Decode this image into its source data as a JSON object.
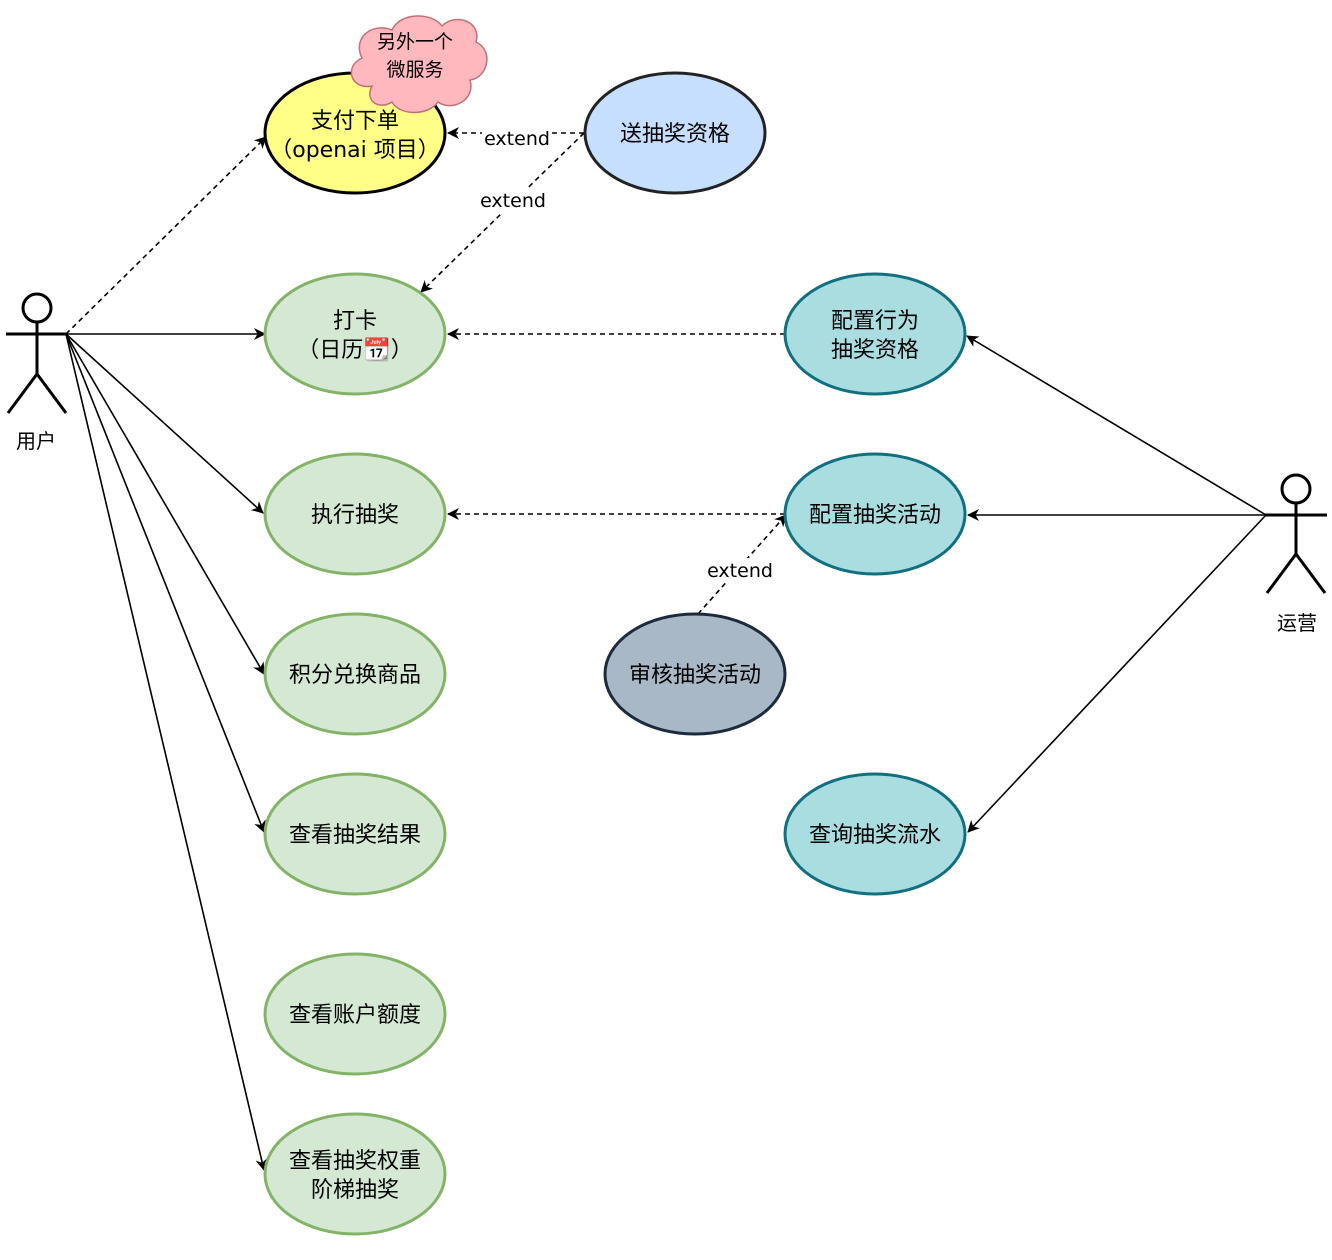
{
  "actors": [
    {
      "id": "user",
      "label": "用户"
    },
    {
      "id": "ops",
      "label": "运营"
    }
  ],
  "use_cases": [
    {
      "id": "pay",
      "lines": [
        "支付下单",
        "（openai 项目）"
      ],
      "fill": "#ffff88",
      "stroke": "#000000"
    },
    {
      "id": "give",
      "lines": [
        "送抽奖资格"
      ],
      "fill": "#c6dfff",
      "stroke": "#222222"
    },
    {
      "id": "checkin",
      "lines": [
        "打卡",
        "（日历📆）"
      ],
      "fill": "#d5e8d4",
      "stroke": "#82b366"
    },
    {
      "id": "draw",
      "lines": [
        "执行抽奖"
      ],
      "fill": "#d5e8d4",
      "stroke": "#82b366"
    },
    {
      "id": "exchange",
      "lines": [
        "积分兑换商品"
      ],
      "fill": "#d5e8d4",
      "stroke": "#82b366"
    },
    {
      "id": "result",
      "lines": [
        "查看抽奖结果"
      ],
      "fill": "#d5e8d4",
      "stroke": "#82b366"
    },
    {
      "id": "quota",
      "lines": [
        "查看账户额度"
      ],
      "fill": "#d5e8d4",
      "stroke": "#82b366"
    },
    {
      "id": "weight",
      "lines": [
        "查看抽奖权重",
        "阶梯抽奖"
      ],
      "fill": "#d5e8d4",
      "stroke": "#82b366"
    },
    {
      "id": "cfgQual",
      "lines": [
        "配置行为",
        "抽奖资格"
      ],
      "fill": "#a9dde0",
      "stroke": "#10707f"
    },
    {
      "id": "cfgAct",
      "lines": [
        "配置抽奖活动"
      ],
      "fill": "#a9dde0",
      "stroke": "#10707f"
    },
    {
      "id": "review",
      "lines": [
        "审核抽奖活动"
      ],
      "fill": "#a9b8c6",
      "stroke": "#1b2a3c"
    },
    {
      "id": "query",
      "lines": [
        "查询抽奖流水"
      ],
      "fill": "#a9dde0",
      "stroke": "#10707f"
    }
  ],
  "cloud_note": {
    "lines": [
      "另外一个",
      "微服务"
    ],
    "fill": "#ffb8be",
    "stroke": "#c07078"
  },
  "relations": [
    {
      "from": "user",
      "to": "pay",
      "style": "dashed"
    },
    {
      "from": "user",
      "to": "checkin",
      "style": "solid"
    },
    {
      "from": "user",
      "to": "draw",
      "style": "solid"
    },
    {
      "from": "user",
      "to": "exchange",
      "style": "solid"
    },
    {
      "from": "user",
      "to": "result",
      "style": "solid"
    },
    {
      "from": "user",
      "to": "weight",
      "style": "solid"
    },
    {
      "from": "give",
      "to": "pay",
      "style": "dashed",
      "label": "extend"
    },
    {
      "from": "give",
      "to": "checkin",
      "style": "dashed",
      "label": "extend"
    },
    {
      "from": "cfgQual",
      "to": "checkin",
      "style": "dashed"
    },
    {
      "from": "cfgAct",
      "to": "draw",
      "style": "dashed"
    },
    {
      "from": "review",
      "to": "cfgAct",
      "style": "dashed",
      "label": "extend"
    },
    {
      "from": "ops",
      "to": "cfgQual",
      "style": "solid"
    },
    {
      "from": "ops",
      "to": "cfgAct",
      "style": "solid"
    },
    {
      "from": "ops",
      "to": "query",
      "style": "solid"
    }
  ]
}
